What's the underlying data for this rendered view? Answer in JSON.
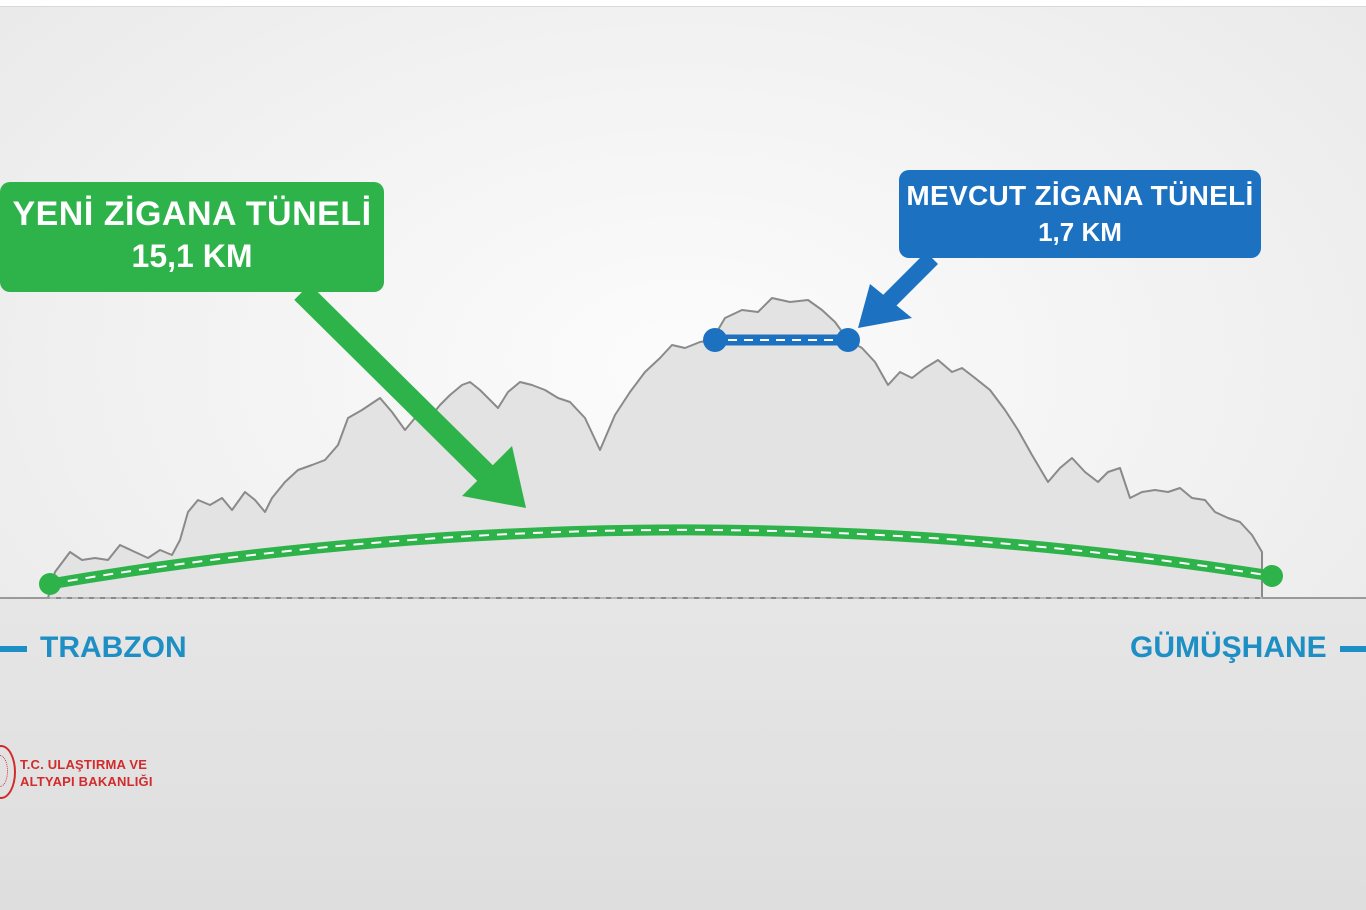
{
  "new_tunnel": {
    "title": "YENİ ZİGANA TÜNELİ",
    "length": "15,1 KM",
    "color": "#2db34a"
  },
  "existing_tunnel": {
    "title": "MEVCUT ZİGANA TÜNELİ",
    "length": "1,7 KM",
    "color": "#1c72c0"
  },
  "endpoints": {
    "left": "TRABZON",
    "right": "GÜMÜŞHANE",
    "color": "#1e8fc4"
  },
  "logo": {
    "line1": "T.C. ULAŞTIRMA VE",
    "line2": "ALTYAPI BAKANLIĞI",
    "color": "#d22b2b"
  }
}
